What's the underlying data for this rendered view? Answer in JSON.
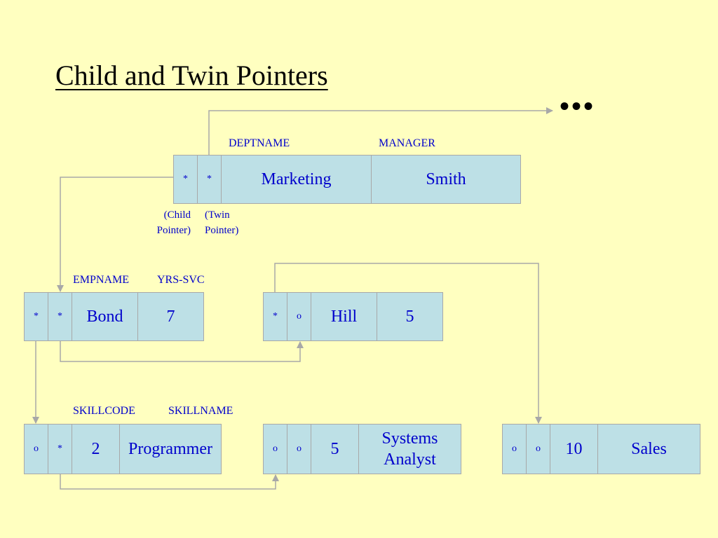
{
  "title": "Child and Twin Pointers",
  "ellipsis": "•••",
  "labels": {
    "deptname": "DEPTNAME",
    "manager": "MANAGER",
    "empname": "EMPNAME",
    "yrs_svc": "YRS-SVC",
    "skillcode": "SKILLCODE",
    "skillname": "SKILLNAME"
  },
  "notes": {
    "child": [
      "(Child",
      "Pointer)"
    ],
    "twin": [
      "(Twin",
      "Pointer)"
    ]
  },
  "records": {
    "marketing": {
      "child": "*",
      "twin": "*",
      "deptname": "Marketing",
      "manager": "Smith"
    },
    "bond": {
      "child": "*",
      "twin": "*",
      "empname": "Bond",
      "yrs_svc": "7"
    },
    "hill": {
      "child": "*",
      "twin": "o",
      "empname": "Hill",
      "yrs_svc": "5"
    },
    "programmer": {
      "child": "o",
      "twin": "*",
      "skillcode": "2",
      "skillname": "Programmer"
    },
    "systems_analyst": {
      "child": "o",
      "twin": "o",
      "skillcode": "5",
      "skillname": [
        "Systems",
        "Analyst"
      ]
    },
    "sales": {
      "child": "o",
      "twin": "o",
      "skillcode": "10",
      "skillname": "Sales"
    }
  },
  "colors": {
    "background": "#ffffc0",
    "record_fill": "#bde0e6",
    "text": "#0000cc",
    "line": "#a8a8a8"
  }
}
